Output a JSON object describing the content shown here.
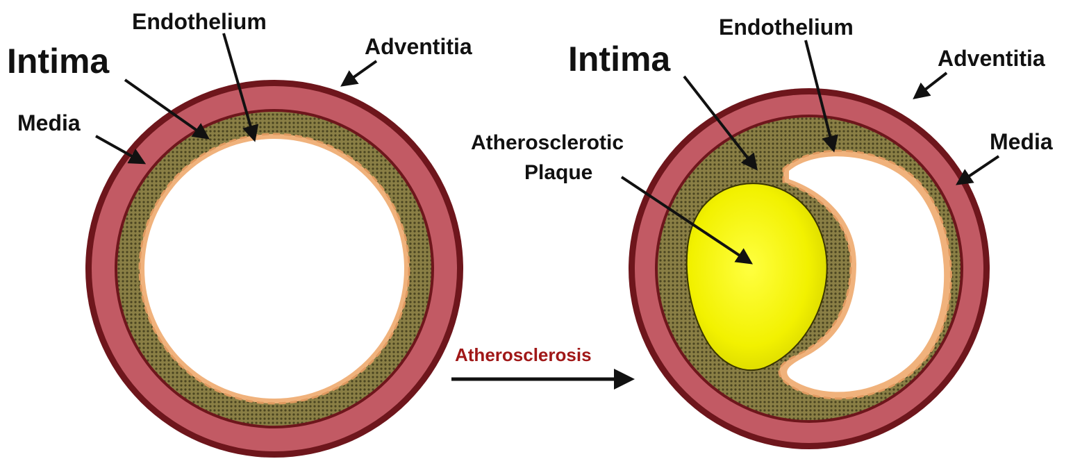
{
  "colors": {
    "adventitia": "#7a1c22",
    "media": "#c25a64",
    "intima": "#7c7240",
    "intima_dot": "#4a4420",
    "endothelium": "#f0b27c",
    "plaque": "#f2f100",
    "lumen": "#ffffff",
    "process_label": "#a01818"
  },
  "left_artery": {
    "labels": {
      "intima": "Intima",
      "endothelium": "Endothelium",
      "adventitia": "Adventitia",
      "media": "Media"
    }
  },
  "right_artery": {
    "labels": {
      "intima": "Intima",
      "endothelium": "Endothelium",
      "adventitia": "Adventitia",
      "media": "Media",
      "plaque_line1": "Atherosclerotic",
      "plaque_line2": "Plaque"
    }
  },
  "process": {
    "label": "Atherosclerosis"
  }
}
